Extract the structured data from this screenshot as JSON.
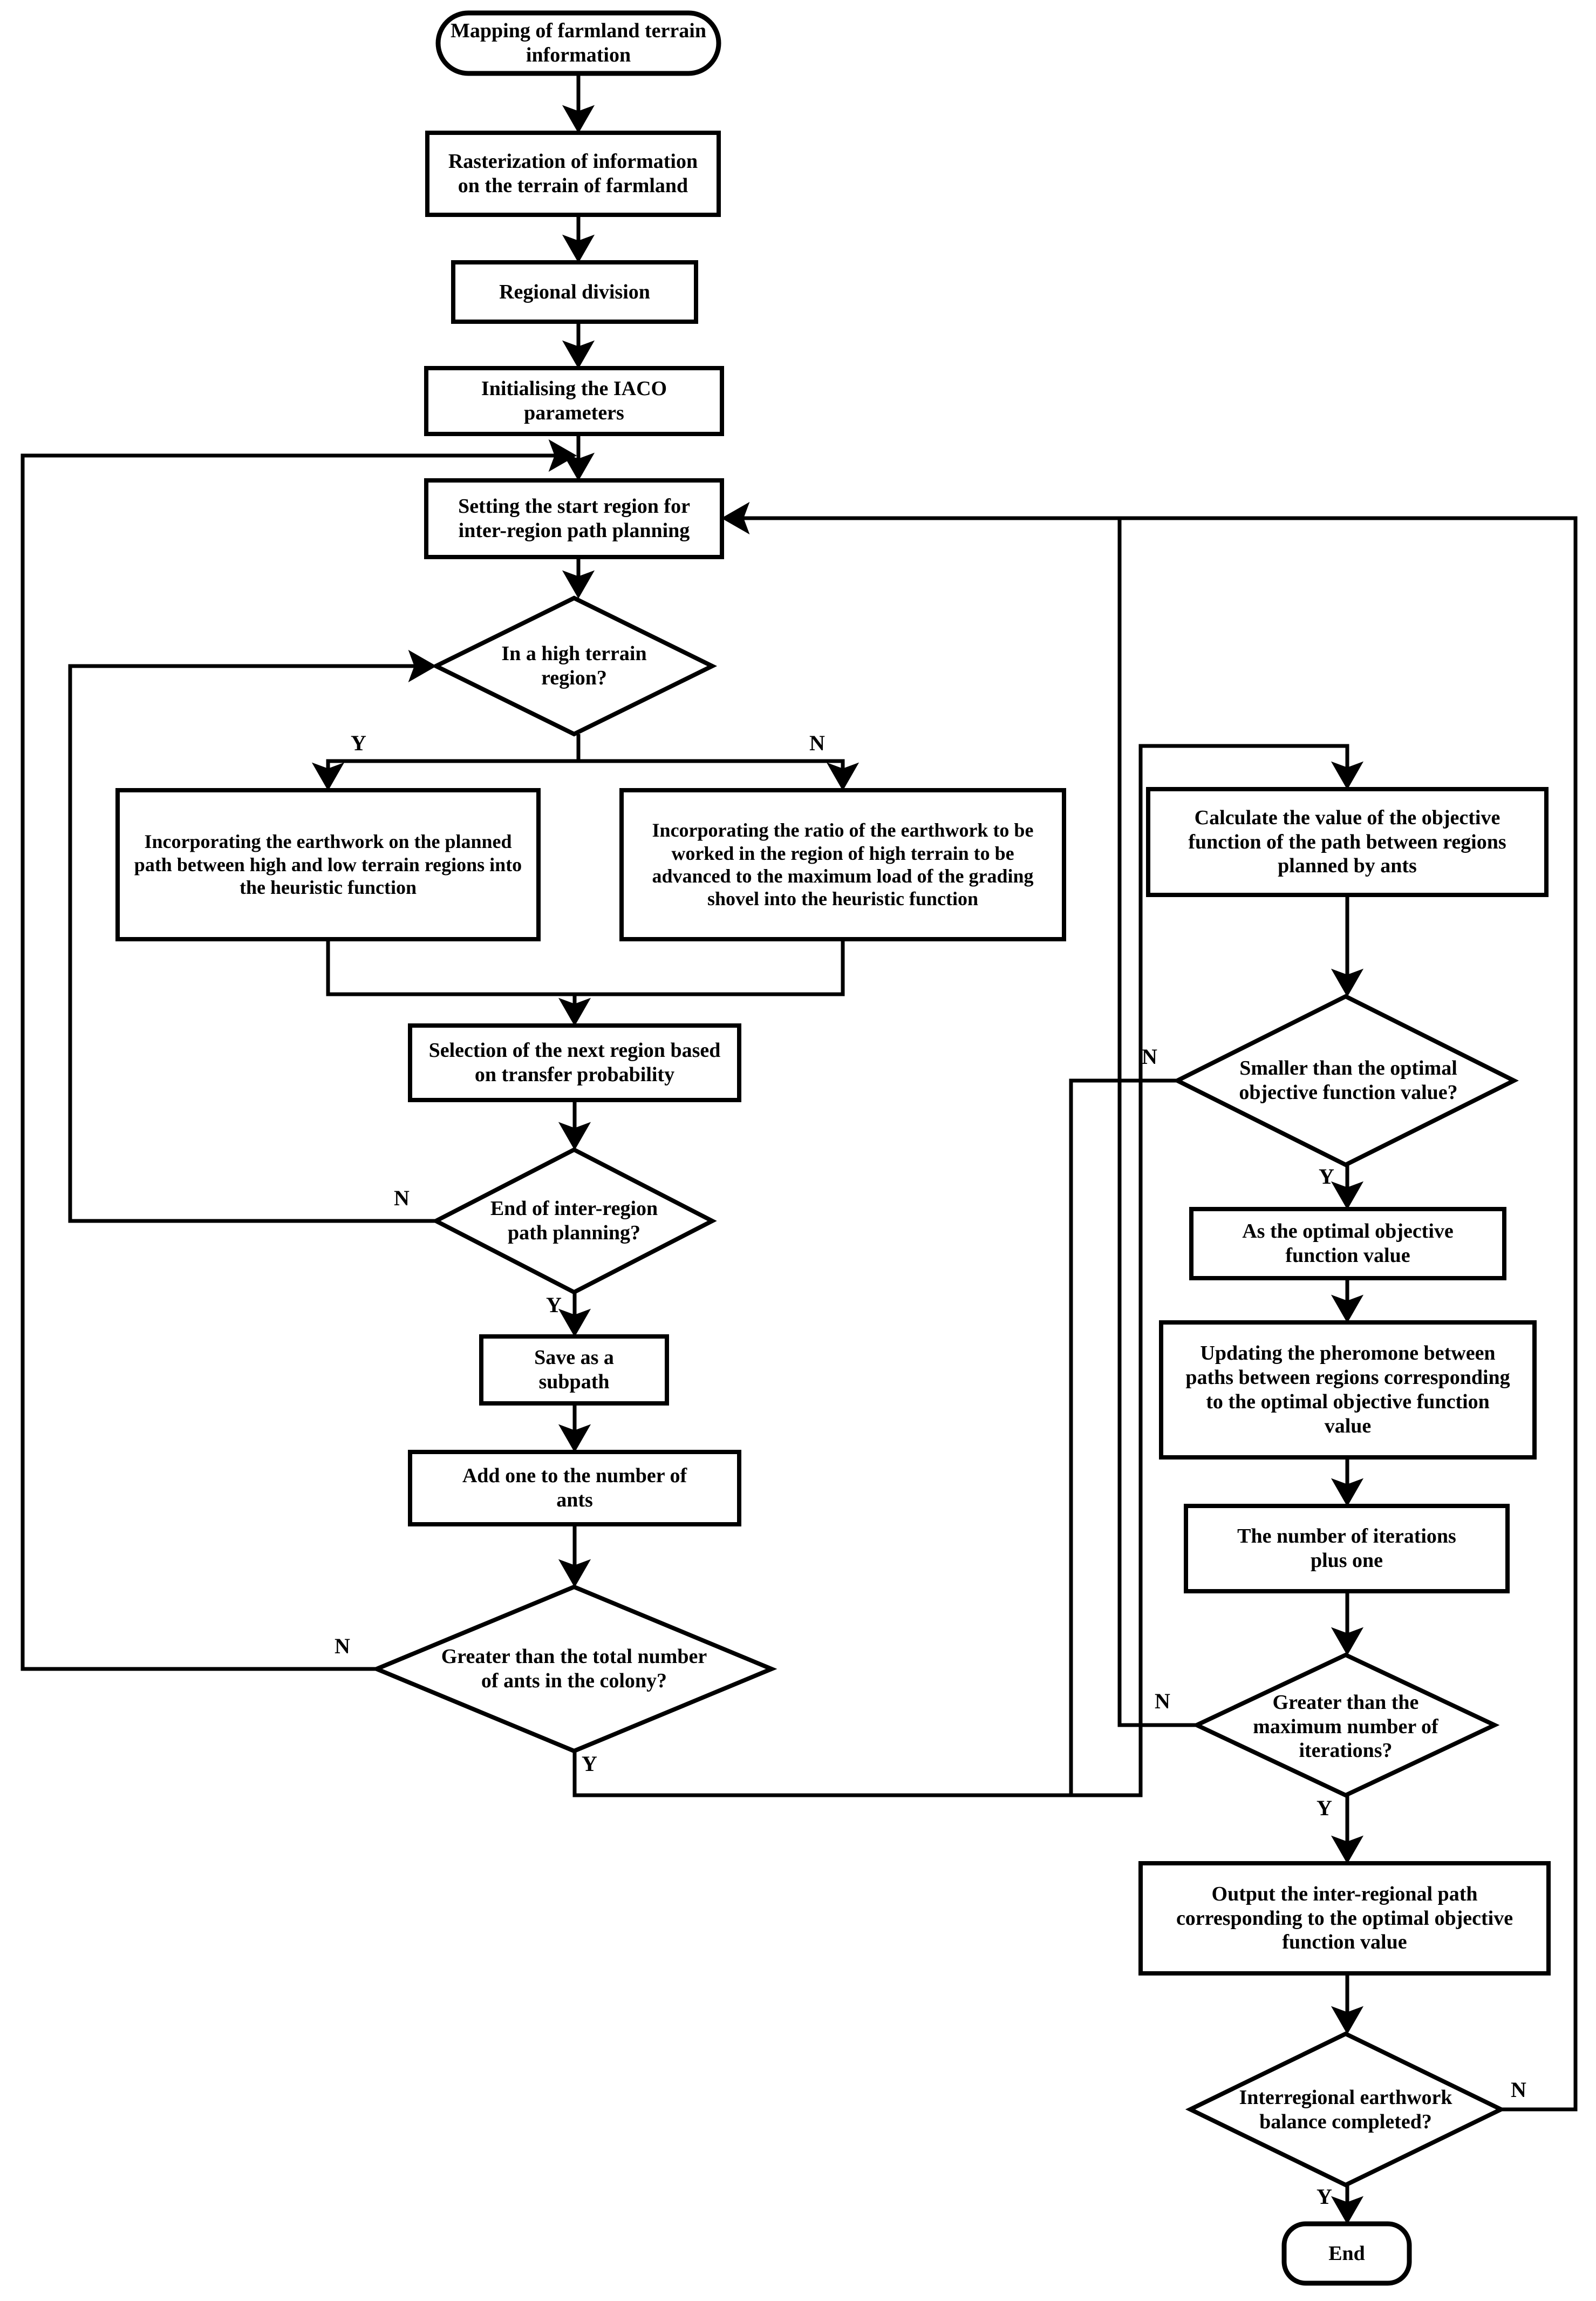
{
  "diagram": {
    "title": "IACO inter-region path planning flowchart",
    "stroke_color": "#000000",
    "fill_color": "#ffffff"
  },
  "nodes": {
    "start": {
      "label": "Mapping of farmland terrain information",
      "shape": "terminator"
    },
    "rasterize": {
      "label": "Rasterization of information on the terrain of farmland",
      "shape": "process"
    },
    "regional_division": {
      "label": "Regional division",
      "shape": "process"
    },
    "init_iaco": {
      "label": "Initialising the IACO parameters",
      "shape": "process"
    },
    "set_start_region": {
      "label": "Setting the start region for inter-region path planning",
      "shape": "process"
    },
    "high_terrain_decision": {
      "label": "In a high terrain region?",
      "shape": "decision"
    },
    "heuristic_high_low": {
      "label": "Incorporating the earthwork on the planned path between high and low terrain regions into the heuristic function",
      "shape": "process"
    },
    "heuristic_ratio": {
      "label": "Incorporating the ratio of the earthwork to be worked in the region of high terrain to be advanced to the maximum load of the grading shovel into the heuristic function",
      "shape": "process"
    },
    "select_next_region": {
      "label": "Selection of the next region based on transfer probability",
      "shape": "process"
    },
    "end_interregion_decision": {
      "label": "End of inter-region path planning?",
      "shape": "decision"
    },
    "save_subpath": {
      "label": "Save as a subpath",
      "shape": "process"
    },
    "add_one_ant": {
      "label": "Add one to the number of ants",
      "shape": "process"
    },
    "total_ants_decision": {
      "label": "Greater than the total number of ants in the colony?",
      "shape": "decision"
    },
    "calc_objective": {
      "label": "Calculate the value of the objective function of the path between regions planned by ants",
      "shape": "process"
    },
    "smaller_than_optimal_decision": {
      "label": "Smaller than the optimal objective function value?",
      "shape": "decision"
    },
    "as_optimal": {
      "label": "As the optimal objective function value",
      "shape": "process"
    },
    "update_pheromone": {
      "label": "Updating the pheromone between paths between regions corresponding to the optimal objective function value",
      "shape": "process"
    },
    "iterations_plus_one": {
      "label": "The number of iterations plus one",
      "shape": "process"
    },
    "max_iterations_decision": {
      "label": "Greater than the maximum number of iterations?",
      "shape": "decision"
    },
    "output_path": {
      "label": "Output the inter-regional path corresponding to the optimal objective function value",
      "shape": "process"
    },
    "earthwork_balance_decision": {
      "label": "Interregional earthwork balance completed?",
      "shape": "decision"
    },
    "end": {
      "label": "End",
      "shape": "terminator"
    }
  },
  "branch_labels": {
    "high_terrain_yes": "Y",
    "high_terrain_no": "N",
    "end_interregion_no": "N",
    "end_interregion_yes": "Y",
    "total_ants_no": "N",
    "total_ants_yes": "Y",
    "smaller_than_optimal_no": "N",
    "smaller_than_optimal_yes": "Y",
    "max_iterations_no": "N",
    "max_iterations_yes": "Y",
    "earthwork_balance_no": "N",
    "earthwork_balance_yes": "Y"
  }
}
